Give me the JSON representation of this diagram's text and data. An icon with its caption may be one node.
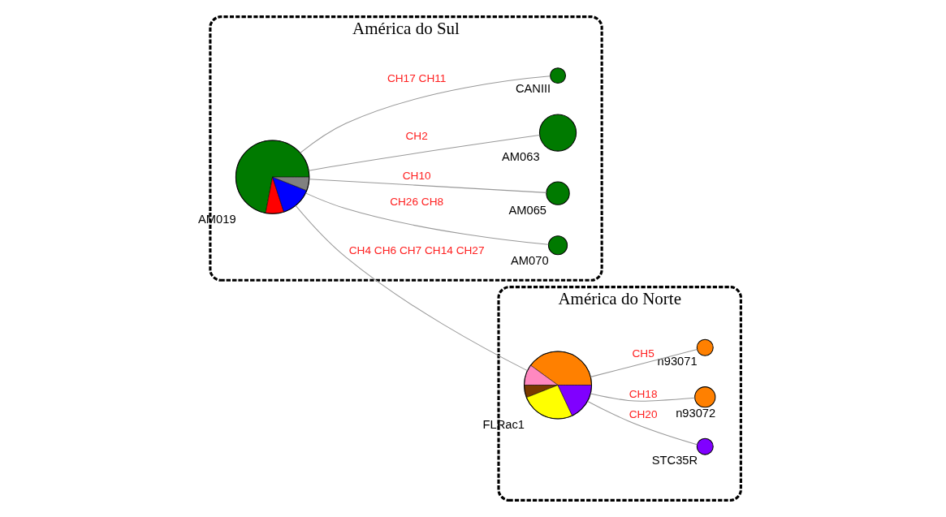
{
  "diagram": {
    "nodes": [
      {
        "text": [
          "América do Sul"
        ]
      },
      {
        "text": [],
        "shape": "circle",
        "beside": [
          "AM019"
        ],
        "in": 0
      },
      {
        "text": [],
        "shape": "circle",
        "beside": [
          "AM070"
        ],
        "in": 0
      },
      {
        "text": [],
        "shape": "circle",
        "beside": [
          "AM065"
        ],
        "in": 0
      },
      {
        "text": [],
        "shape": "circle",
        "beside": [
          "AM063"
        ],
        "in": 0
      },
      {
        "text": [],
        "shape": "circle",
        "beside": [
          "CANIII"
        ],
        "in": 0
      },
      {
        "text": [
          "América do Norte"
        ]
      },
      {
        "text": [],
        "shape": "circle",
        "beside": [
          "FLRac1"
        ],
        "in": 6
      },
      {
        "text": [],
        "shape": "circle",
        "beside": [
          "STC35R"
        ],
        "in": 6
      },
      {
        "text": [],
        "shape": "circle",
        "beside": [
          "n93072"
        ],
        "in": 6
      },
      {
        "text": [],
        "shape": "circle",
        "beside": [
          "n93071"
        ],
        "in": 6
      }
    ],
    "edges": [
      {
        "from": 1,
        "to": 2,
        "arrow": "none",
        "label": "CH26 CH8"
      },
      {
        "from": 1,
        "to": 3,
        "arrow": "none",
        "label": "CH10"
      },
      {
        "from": 1,
        "to": 7,
        "arrow": "none",
        "label": "CH4 CH6 CH7 CH14 CH27"
      },
      {
        "from": 1,
        "to": 4,
        "arrow": "none",
        "label": "CH2"
      },
      {
        "from": 1,
        "to": 5,
        "arrow": "none",
        "label": "CH17 CH11"
      },
      {
        "from": 7,
        "to": 8,
        "arrow": "none",
        "label": "CH20"
      },
      {
        "from": 7,
        "to": 9,
        "arrow": "none",
        "label": "CH18"
      },
      {
        "from": 7,
        "to": 10,
        "arrow": "none",
        "label": "CH5"
      }
    ]
  }
}
